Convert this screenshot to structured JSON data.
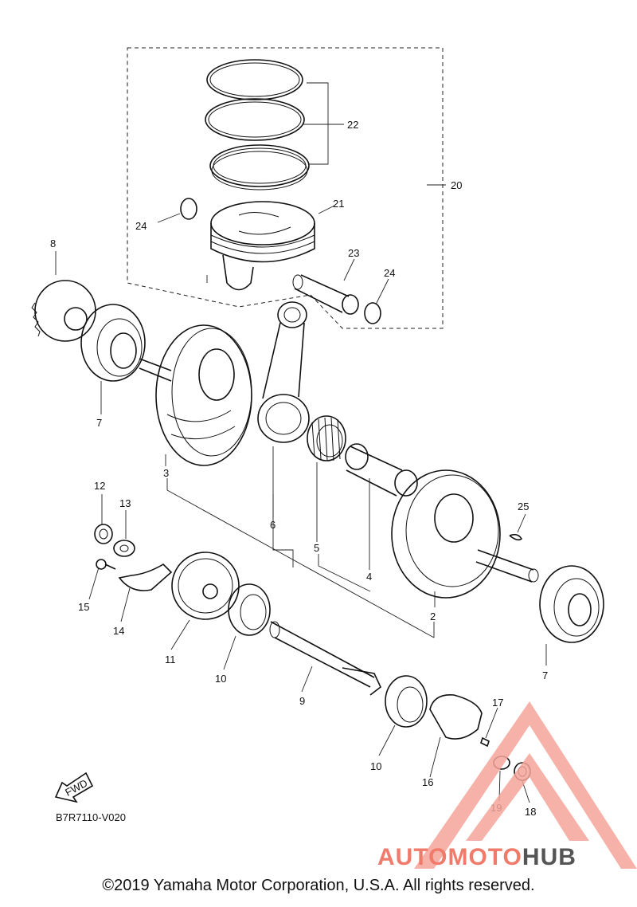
{
  "diagram": {
    "part_numbers": [
      "2",
      "3",
      "4",
      "5",
      "6",
      "7",
      "8",
      "9",
      "10",
      "11",
      "12",
      "13",
      "14",
      "15",
      "16",
      "17",
      "18",
      "19",
      "20",
      "21",
      "22",
      "23",
      "24",
      "25"
    ],
    "diagram_code": "B7R7110-V020",
    "fwd_label": "FWD",
    "copyright": "©2019 Yamaha Motor Corporation, U.S.A. All rights reserved."
  },
  "watermark": {
    "text_part1": "AUTOMOTO",
    "text_part2": "HUB",
    "color_primary": "#f07b6b",
    "color_triangle": "#f4a49a",
    "color_secondary": "#555555"
  }
}
